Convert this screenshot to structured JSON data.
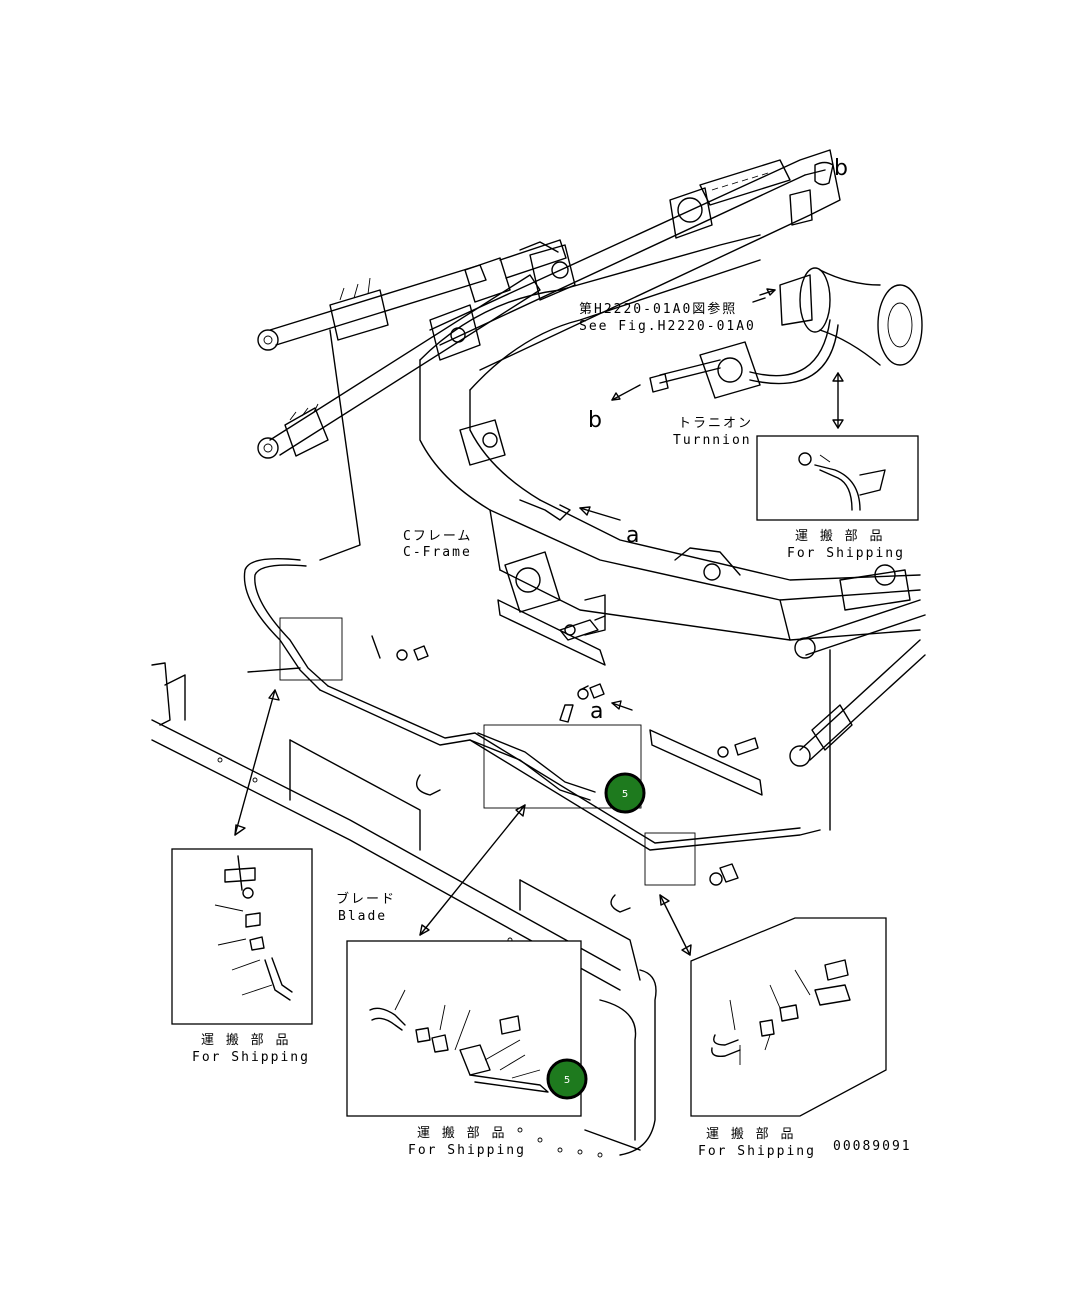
{
  "labels": {
    "reference_jp": "第H2220-01A0図参照",
    "reference_en": "See Fig.H2220-01A0",
    "trunnion_jp": "トラニオン",
    "trunnion_en": "Turnnion",
    "cframe_jp": "Cフレーム",
    "cframe_en": "C-Frame",
    "blade_jp": "ブレード",
    "blade_en": "Blade",
    "marker_a": "a",
    "marker_b": "b",
    "drawing_number": "00089091"
  },
  "shipping_boxes": [
    {
      "jp": "運 搬 部 品",
      "en": "For Shipping"
    },
    {
      "jp": "運 搬 部 品",
      "en": "For Shipping"
    },
    {
      "jp": "運 搬 部 品",
      "en": "For Shipping"
    },
    {
      "jp": "運 搬 部 品",
      "en": "For Shipping"
    }
  ],
  "callouts": [
    {
      "number": "5",
      "color": "#1e7a1e"
    },
    {
      "number": "5",
      "color": "#1e7a1e"
    }
  ]
}
